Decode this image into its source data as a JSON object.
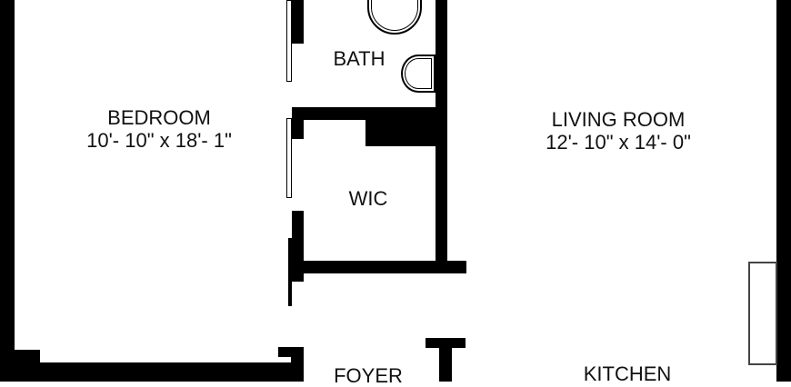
{
  "floorplan": {
    "rooms": [
      {
        "id": "bedroom",
        "name": "BEDROOM",
        "dimensions": "10'- 10\" x 18'- 1\""
      },
      {
        "id": "bath",
        "name": "BATH"
      },
      {
        "id": "wic",
        "name": "WIC"
      },
      {
        "id": "living",
        "name": "LIVING ROOM",
        "dimensions": "12'- 10\" x 14'- 0\""
      },
      {
        "id": "foyer",
        "name": "FOYER"
      },
      {
        "id": "kitchen",
        "name": "KITCHEN"
      }
    ],
    "colors": {
      "wall": "#000000",
      "background": "#ffffff",
      "text": "#111111",
      "window": "#444444"
    }
  }
}
